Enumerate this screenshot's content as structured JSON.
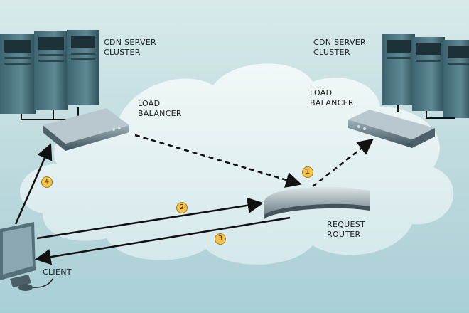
{
  "labels": {
    "cdn_left": "CDN SERVER\nCLUSTER",
    "cdn_right": "CDN SERVER\nCLUSTER",
    "lb_left": "LOAD\nBALANCER",
    "lb_right": "LOAD\nBALANCER",
    "router": "REQUEST\nROUTER",
    "client": "CLIENT"
  },
  "steps": [
    "1",
    "2",
    "3",
    "4"
  ],
  "colors": {
    "cloud": "#eef6f6",
    "server_body": "#4f7a85",
    "device_body": "#6b7f8a",
    "arrow": "#111111",
    "step_fill": "#f3c24d"
  }
}
